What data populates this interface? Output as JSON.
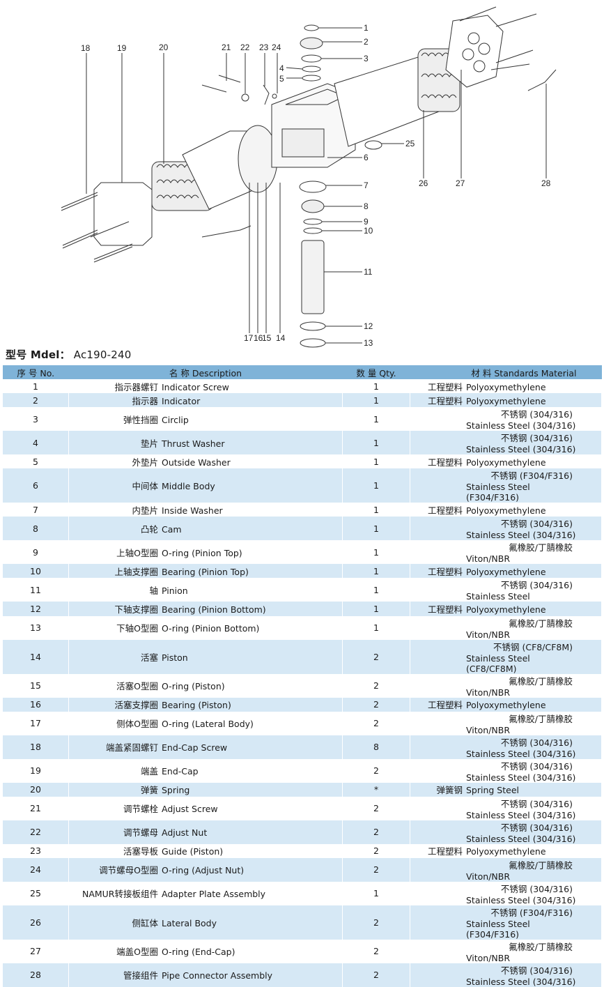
{
  "callouts": [
    "1",
    "2",
    "3",
    "4",
    "5",
    "6",
    "7",
    "8",
    "9",
    "10",
    "11",
    "12",
    "13",
    "14",
    "15",
    "16",
    "17",
    "18",
    "19",
    "20",
    "21",
    "22",
    "23",
    "24",
    "25",
    "26",
    "27",
    "28"
  ],
  "model": {
    "label": "型号 Mdel：",
    "value": "Ac190-240"
  },
  "table": {
    "headers": {
      "no": "序 号 No.",
      "name": "名 称 Description",
      "qty": "数 量 Qty.",
      "material": "材 料 Standards Material"
    },
    "rows": [
      {
        "no": "1",
        "name_zh": "指示器螺钉",
        "name_en": "Indicator Screw",
        "qty": "1",
        "mat_zh": "工程塑料",
        "mat_en": "Polyoxymethylene"
      },
      {
        "no": "2",
        "name_zh": "指示器",
        "name_en": "Indicator",
        "qty": "1",
        "mat_zh": "工程塑料",
        "mat_en": "Polyoxymethylene"
      },
      {
        "no": "3",
        "name_zh": "弹性挡圈",
        "name_en": "Circlip",
        "qty": "1",
        "mat_zh": "不锈钢 (304/316)",
        "mat_en": "Stainless Steel (304/316)"
      },
      {
        "no": "4",
        "name_zh": "垫片",
        "name_en": "Thrust Washer",
        "qty": "1",
        "mat_zh": "不锈钢 (304/316)",
        "mat_en": "Stainless Steel (304/316)"
      },
      {
        "no": "5",
        "name_zh": "外垫片",
        "name_en": "Outside Washer",
        "qty": "1",
        "mat_zh": "工程塑料",
        "mat_en": "Polyoxymethylene"
      },
      {
        "no": "6",
        "name_zh": "中间体",
        "name_en": "Middle Body",
        "qty": "1",
        "mat_zh": "不锈钢 (F304/F316)",
        "mat_en": "Stainless Steel (F304/F316)"
      },
      {
        "no": "7",
        "name_zh": "内垫片",
        "name_en": "Inside Washer",
        "qty": "1",
        "mat_zh": "工程塑料",
        "mat_en": "Polyoxymethylene"
      },
      {
        "no": "8",
        "name_zh": "凸轮",
        "name_en": "Cam",
        "qty": "1",
        "mat_zh": "不锈钢 (304/316)",
        "mat_en": "Stainless Steel (304/316)"
      },
      {
        "no": "9",
        "name_zh": "上轴O型圈",
        "name_en": "O-ring (Pinion Top)",
        "qty": "1",
        "mat_zh": "氟橡胶/丁腈橡胶",
        "mat_en": "Viton/NBR"
      },
      {
        "no": "10",
        "name_zh": "上轴支撑圈",
        "name_en": "Bearing (Pinion Top)",
        "qty": "1",
        "mat_zh": "工程塑料",
        "mat_en": "Polyoxymethylene"
      },
      {
        "no": "11",
        "name_zh": "轴",
        "name_en": "Pinion",
        "qty": "1",
        "mat_zh": "不锈钢 (304/316)",
        "mat_en": "Stainless Steel"
      },
      {
        "no": "12",
        "name_zh": "下轴支撑圈",
        "name_en": "Bearing (Pinion Bottom)",
        "qty": "1",
        "mat_zh": "工程塑料",
        "mat_en": "Polyoxymethylene"
      },
      {
        "no": "13",
        "name_zh": "下轴O型圈",
        "name_en": "O-ring (Pinion Bottom)",
        "qty": "1",
        "mat_zh": "氟橡胶/丁腈橡胶",
        "mat_en": "Viton/NBR"
      },
      {
        "no": "14",
        "name_zh": "活塞",
        "name_en": "Piston",
        "qty": "2",
        "mat_zh": "不锈钢 (CF8/CF8M)",
        "mat_en": "Stainless Steel (CF8/CF8M)"
      },
      {
        "no": "15",
        "name_zh": "活塞O型圈",
        "name_en": "O-ring (Piston)",
        "qty": "2",
        "mat_zh": "氟橡胶/丁腈橡胶",
        "mat_en": "Viton/NBR"
      },
      {
        "no": "16",
        "name_zh": "活塞支撑圈",
        "name_en": "Bearing (Piston)",
        "qty": "2",
        "mat_zh": "工程塑料",
        "mat_en": "Polyoxymethylene"
      },
      {
        "no": "17",
        "name_zh": "侧体O型圈",
        "name_en": "O-ring (Lateral Body)",
        "qty": "2",
        "mat_zh": "氟橡胶/丁腈橡胶",
        "mat_en": "Viton/NBR"
      },
      {
        "no": "18",
        "name_zh": "端盖紧固螺钉",
        "name_en": "End-Cap Screw",
        "qty": "8",
        "mat_zh": "不锈钢 (304/316)",
        "mat_en": "Stainless Steel (304/316)"
      },
      {
        "no": "19",
        "name_zh": "端盖",
        "name_en": "End-Cap",
        "qty": "2",
        "mat_zh": "不锈钢 (304/316)",
        "mat_en": "Stainless Steel (304/316)"
      },
      {
        "no": "20",
        "name_zh": "弹簧",
        "name_en": "Spring",
        "qty": "*",
        "mat_zh": "弹簧钢",
        "mat_en": "Spring Steel"
      },
      {
        "no": "21",
        "name_zh": "调节螺栓",
        "name_en": "Adjust Screw",
        "qty": "2",
        "mat_zh": "不锈钢 (304/316)",
        "mat_en": "Stainless Steel (304/316)"
      },
      {
        "no": "22",
        "name_zh": "调节螺母",
        "name_en": "Adjust Nut",
        "qty": "2",
        "mat_zh": "不锈钢 (304/316)",
        "mat_en": "Stainless Steel (304/316)"
      },
      {
        "no": "23",
        "name_zh": "活塞导板",
        "name_en": "Guide (Piston)",
        "qty": "2",
        "mat_zh": "工程塑料",
        "mat_en": "Polyoxymethylene"
      },
      {
        "no": "24",
        "name_zh": "调节螺母O型圈",
        "name_en": "O-ring (Adjust Nut)",
        "qty": "2",
        "mat_zh": "氟橡胶/丁腈橡胶",
        "mat_en": "Viton/NBR"
      },
      {
        "no": "25",
        "name_zh": "NAMUR转接板组件",
        "name_en": "Adapter Plate Assembly",
        "qty": "1",
        "mat_zh": "不锈钢 (304/316)",
        "mat_en": "Stainless Steel (304/316)"
      },
      {
        "no": "26",
        "name_zh": "侧缸体",
        "name_en": "Lateral Body",
        "qty": "2",
        "mat_zh": "不锈钢 (F304/F316)",
        "mat_en": "Stainless Steel (F304/F316)"
      },
      {
        "no": "27",
        "name_zh": "端盖O型圈",
        "name_en": "O-ring (End-Cap)",
        "qty": "2",
        "mat_zh": "氟橡胶/丁腈橡胶",
        "mat_en": "Viton/NBR"
      },
      {
        "no": "28",
        "name_zh": "管接组件",
        "name_en": "Pipe Connector Assembly",
        "qty": "2",
        "mat_zh": "不锈钢 (304/316)",
        "mat_en": "Stainless Steel (304/316)"
      }
    ]
  }
}
